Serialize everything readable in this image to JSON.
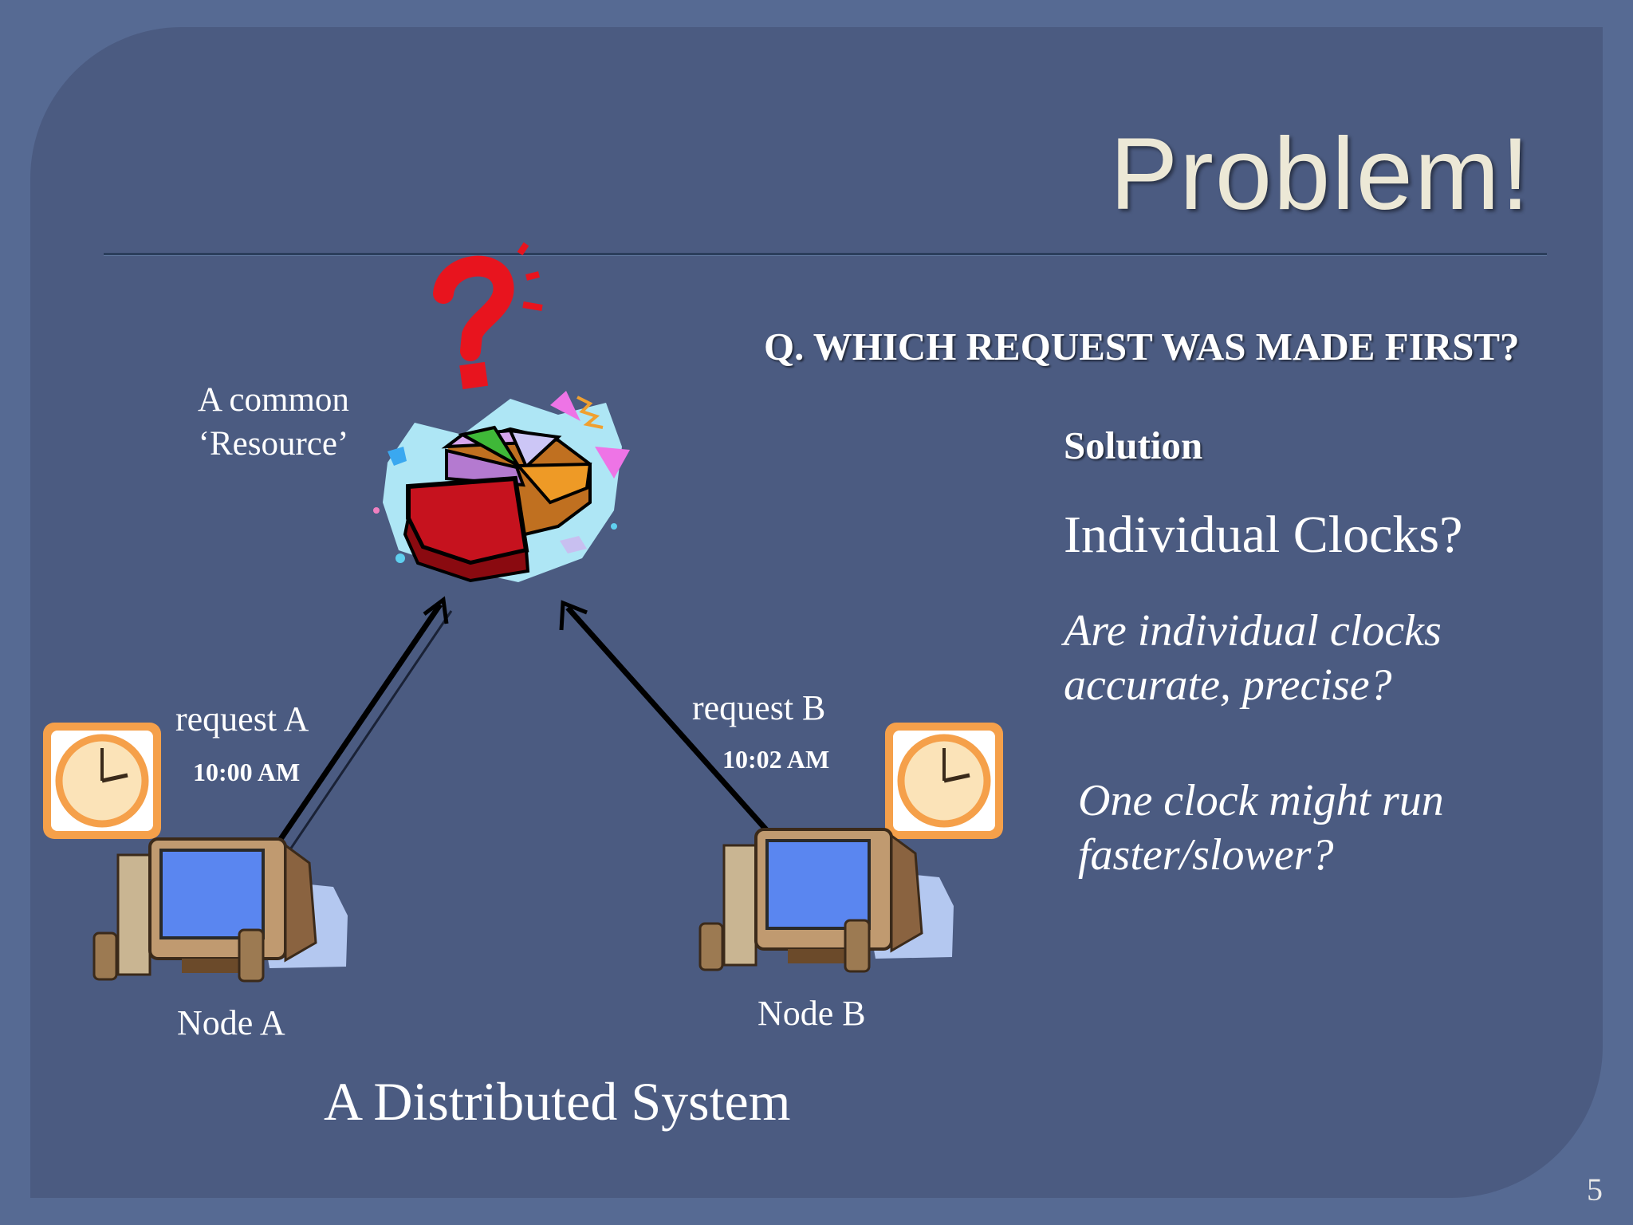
{
  "slide": {
    "title": "Problem!",
    "question": "Q. WHICH REQUEST WAS MADE FIRST?",
    "solution_label": "Solution",
    "solution_heading": "Individual Clocks?",
    "solution_point_1": [
      "Are individual clocks",
      "accurate, precise?"
    ],
    "solution_point_2": [
      "One clock might run",
      "faster/slower?"
    ],
    "page_number": "5"
  },
  "diagram": {
    "resource_label": [
      "A common",
      "‘Resource’"
    ],
    "question_mark": "?",
    "node_a": {
      "label": "Node A",
      "request": "request A",
      "time": "10:00 AM"
    },
    "node_b": {
      "label": "Node B",
      "request": "request B",
      "time": "10:02 AM"
    },
    "caption": "A Distributed System"
  },
  "colors": {
    "background": "#4b5b81",
    "question_mark": "#e8141e",
    "clock_frame": "#f5a04a",
    "monitor_screen": "#5a86f0"
  },
  "icons": [
    "pie-chart-icon",
    "question-mark-icon",
    "clock-icon",
    "computer-icon"
  ]
}
